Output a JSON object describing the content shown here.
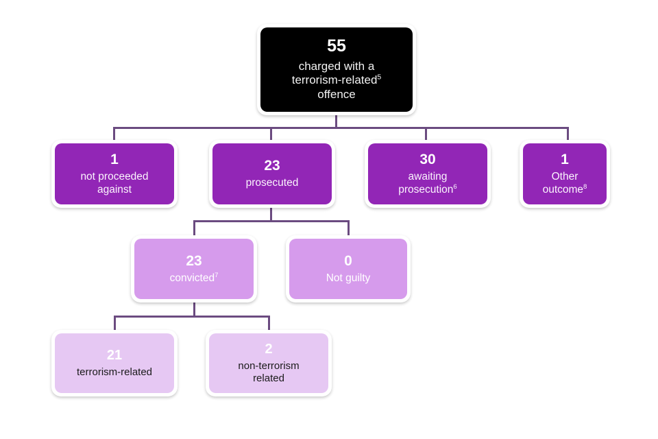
{
  "chart_data": {
    "type": "diagram",
    "title": "Terrorism-related charge outcomes flowchart",
    "layout": "top-down tree",
    "colors": {
      "root": "#000000",
      "level1": "#9226b6",
      "level2": "#d69bec",
      "level3": "#e6c8f3",
      "connector": "#6b4b80",
      "background": "#ffffff"
    },
    "nodes": [
      {
        "id": "charged",
        "value": "55",
        "label": "charged with a terrorism-related offence",
        "footnote": "5",
        "level": 0
      },
      {
        "id": "not-proceeded",
        "value": "1",
        "label": "not proceeded against",
        "footnote": "",
        "level": 1
      },
      {
        "id": "prosecuted",
        "value": "23",
        "label": "prosecuted",
        "footnote": "",
        "level": 1
      },
      {
        "id": "awaiting",
        "value": "30",
        "label": "awaiting prosecution",
        "footnote": "6",
        "level": 1
      },
      {
        "id": "other-outcome",
        "value": "1",
        "label": "Other outcome",
        "footnote": "8",
        "level": 1
      },
      {
        "id": "convicted",
        "value": "23",
        "label": "convicted",
        "footnote": "7",
        "level": 2
      },
      {
        "id": "not-guilty",
        "value": "0",
        "label": "Not guilty",
        "footnote": "",
        "level": 2
      },
      {
        "id": "terror-related",
        "value": "21",
        "label": "terrorism-related",
        "footnote": "",
        "level": 3
      },
      {
        "id": "non-terror",
        "value": "2",
        "label": "non-terrorism related",
        "footnote": "",
        "level": 3
      }
    ],
    "edges": [
      {
        "from": "charged",
        "to": "not-proceeded"
      },
      {
        "from": "charged",
        "to": "prosecuted"
      },
      {
        "from": "charged",
        "to": "awaiting"
      },
      {
        "from": "charged",
        "to": "other-outcome"
      },
      {
        "from": "prosecuted",
        "to": "convicted"
      },
      {
        "from": "prosecuted",
        "to": "not-guilty"
      },
      {
        "from": "convicted",
        "to": "terror-related"
      },
      {
        "from": "convicted",
        "to": "non-terror"
      }
    ]
  },
  "root": {
    "value": "55",
    "label_line1": "charged with a",
    "label_line2": "terrorism-related",
    "footnote": "5",
    "label_line3": "offence"
  },
  "row1": {
    "not_proceeded": {
      "value": "1",
      "label_line1": "not proceeded",
      "label_line2": "against"
    },
    "prosecuted": {
      "value": "23",
      "label_line1": "prosecuted",
      "label_line2": ""
    },
    "awaiting": {
      "value": "30",
      "label_line1": "awaiting",
      "label_line2": "prosecution",
      "footnote": "6"
    },
    "other": {
      "value": "1",
      "label_line1": "Other",
      "label_line2": "outcome",
      "footnote": "8"
    }
  },
  "row2": {
    "convicted": {
      "value": "23",
      "label": "convicted",
      "footnote": "7"
    },
    "not_guilty": {
      "value": "0",
      "label": "Not guilty"
    }
  },
  "row3": {
    "terrorism": {
      "value": "21",
      "label_line1": "terrorism-related",
      "label_line2": ""
    },
    "non_terrorism": {
      "value": "2",
      "label_line1": "non-terrorism",
      "label_line2": "related"
    }
  }
}
